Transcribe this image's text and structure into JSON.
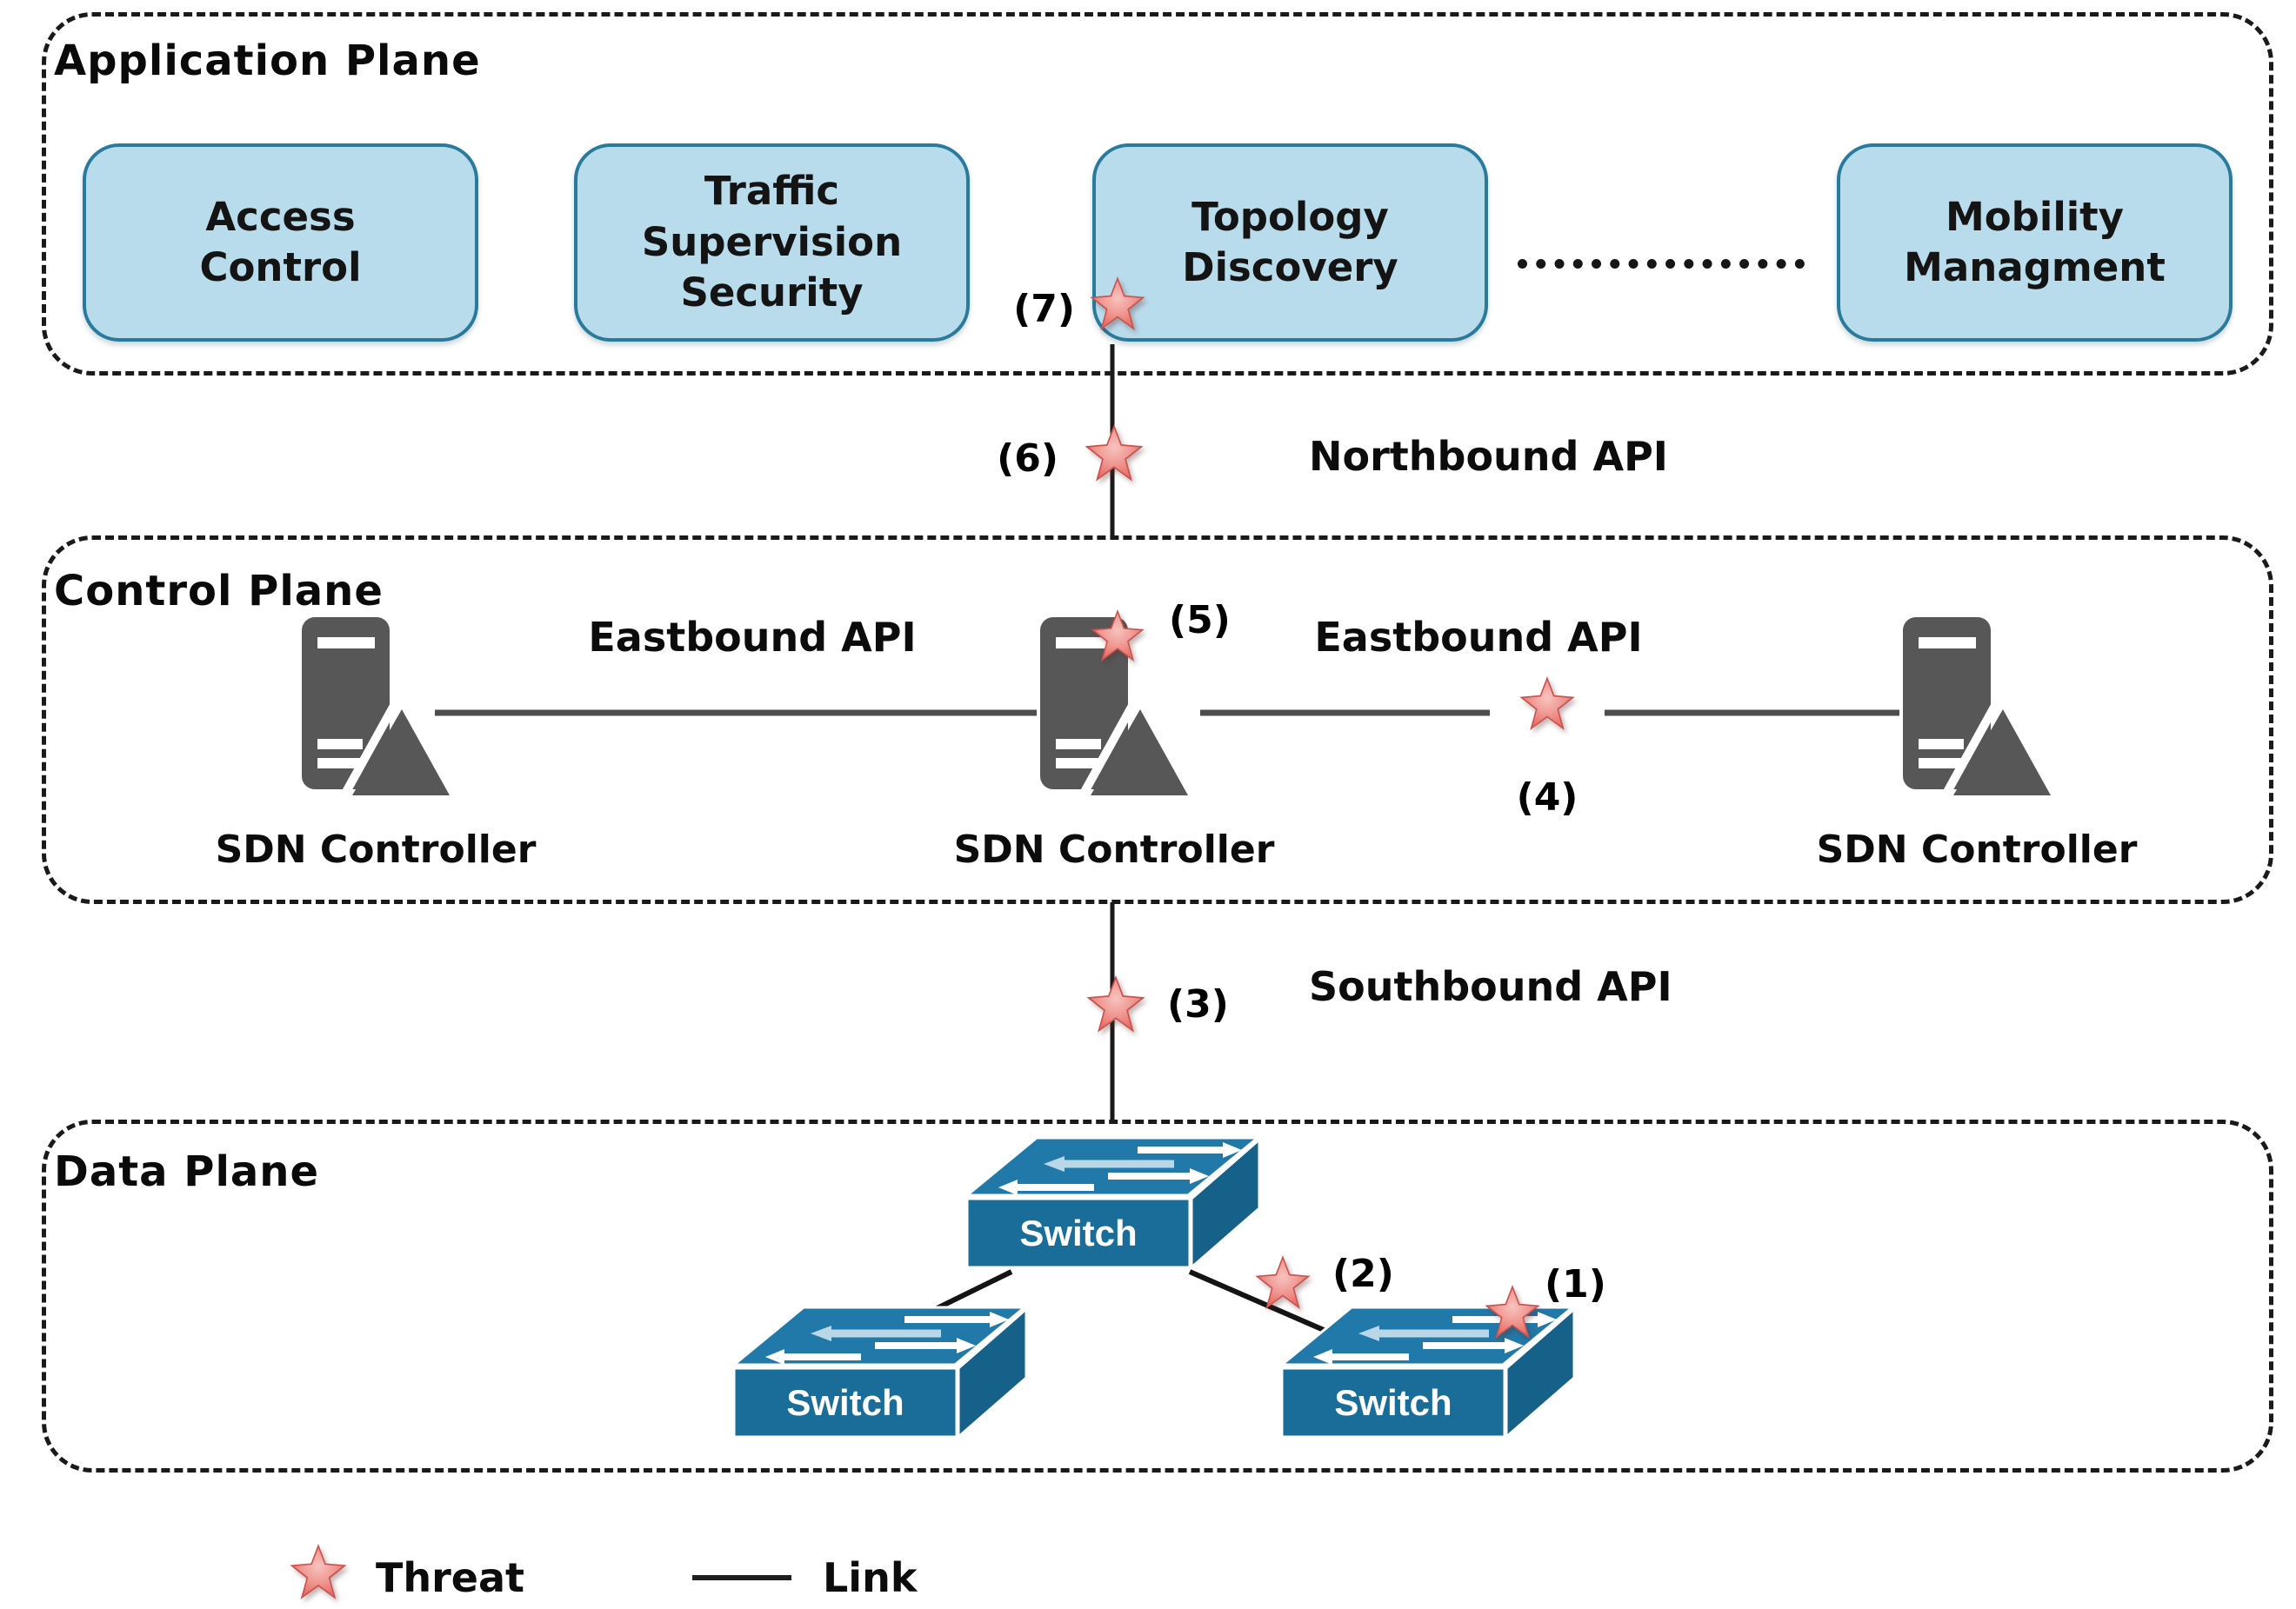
{
  "application_plane": {
    "title": "Application Plane",
    "apps": [
      {
        "label": "Access\nControl"
      },
      {
        "label": "Traffic\nSupervision\nSecurity"
      },
      {
        "label": "Topology\nDiscovery"
      },
      {
        "label": "Mobility\nManagment"
      }
    ]
  },
  "control_plane": {
    "title": "Control Plane",
    "controllers": [
      {
        "label": "SDN Controller"
      },
      {
        "label": "SDN Controller"
      },
      {
        "label": "SDN Controller"
      }
    ],
    "eastbound_left": "Eastbound API",
    "eastbound_right": "Eastbound API"
  },
  "data_plane": {
    "title": "Data Plane",
    "switches": [
      {
        "label": "Switch"
      },
      {
        "label": "Switch"
      },
      {
        "label": "Switch"
      }
    ]
  },
  "api_labels": {
    "northbound": "Northbound API",
    "southbound": "Southbound API"
  },
  "threats": [
    {
      "num": "(1)"
    },
    {
      "num": "(2)"
    },
    {
      "num": "(3)"
    },
    {
      "num": "(4)"
    },
    {
      "num": "(5)"
    },
    {
      "num": "(6)"
    },
    {
      "num": "(7)"
    }
  ],
  "legend": {
    "threat_label": "Threat",
    "link_label": "Link"
  },
  "colors": {
    "app_box_fill": "#b9dcec",
    "app_box_border": "#2a7a9c",
    "controller_gray": "#575757",
    "switch_top": "#2079a8",
    "switch_front": "#1a6d98",
    "switch_side": "#15618a",
    "arrow_pale": "#b9d7e6",
    "star_core": "#e96f68",
    "star_rim": "#c9544f",
    "link_solid": "#4d4d4d",
    "line_black": "#1a1a1a"
  }
}
